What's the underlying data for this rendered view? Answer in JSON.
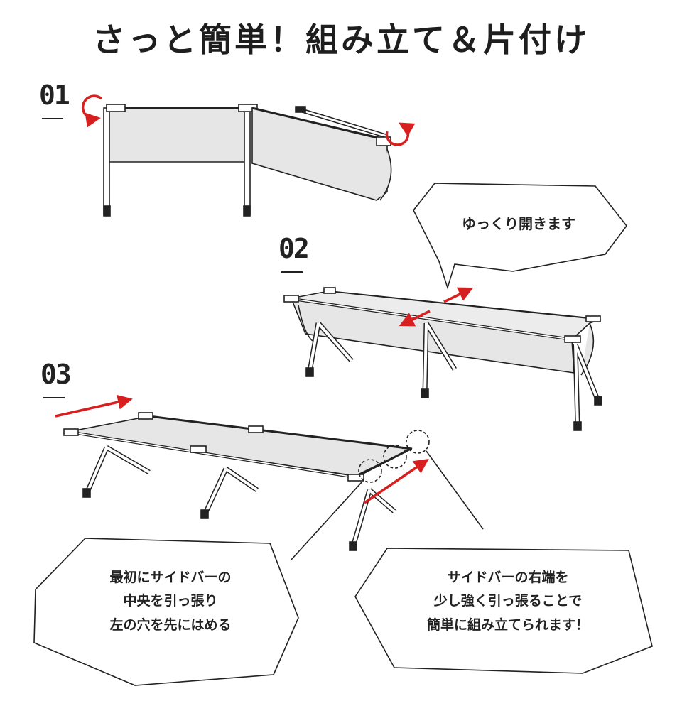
{
  "title": "さっと簡単！組み立て＆片付け",
  "steps": [
    {
      "number": "01"
    },
    {
      "number": "02",
      "callout": "ゆっくり開きます"
    },
    {
      "number": "03"
    }
  ],
  "callouts": {
    "left": [
      "最初にサイドバーの",
      "中央を引っ張り",
      "左の穴を先にはめる"
    ],
    "right": [
      "サイドバーの右端を",
      "少し強く引っ張ることで",
      "簡単に組み立てられます！"
    ]
  },
  "colors": {
    "accent_red": "#d71f1f",
    "fabric_gray": "#e6e6e6",
    "ink": "#1e1e1e"
  },
  "icons": [
    "rotate-arrow-icon",
    "open-arrows-icon",
    "pull-arrow-icon"
  ]
}
